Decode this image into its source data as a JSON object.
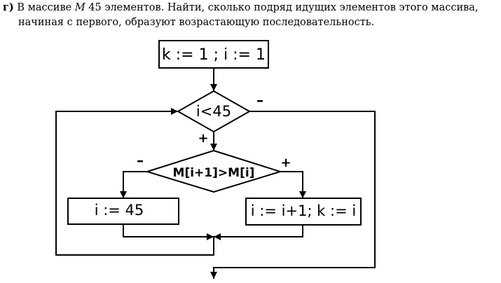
{
  "task": {
    "label": "г)",
    "text_before": "В массиве",
    "array_name": "M",
    "text_after": "45 элементов. Найти, сколько подряд идущих элементов этого массива,",
    "line2": "начиная с первого, образуют возрастающую последовательность."
  },
  "flowchart": {
    "init_block": "k := 1 ; i := 1",
    "loop_condition": "i<45",
    "loop_yes": "+",
    "loop_no": "–",
    "compare_condition": "M[i+1]>M[i]",
    "compare_yes": "+",
    "compare_no": "–",
    "no_branch_block": "i := 45",
    "yes_branch_block": "i := i+1; k := i"
  }
}
